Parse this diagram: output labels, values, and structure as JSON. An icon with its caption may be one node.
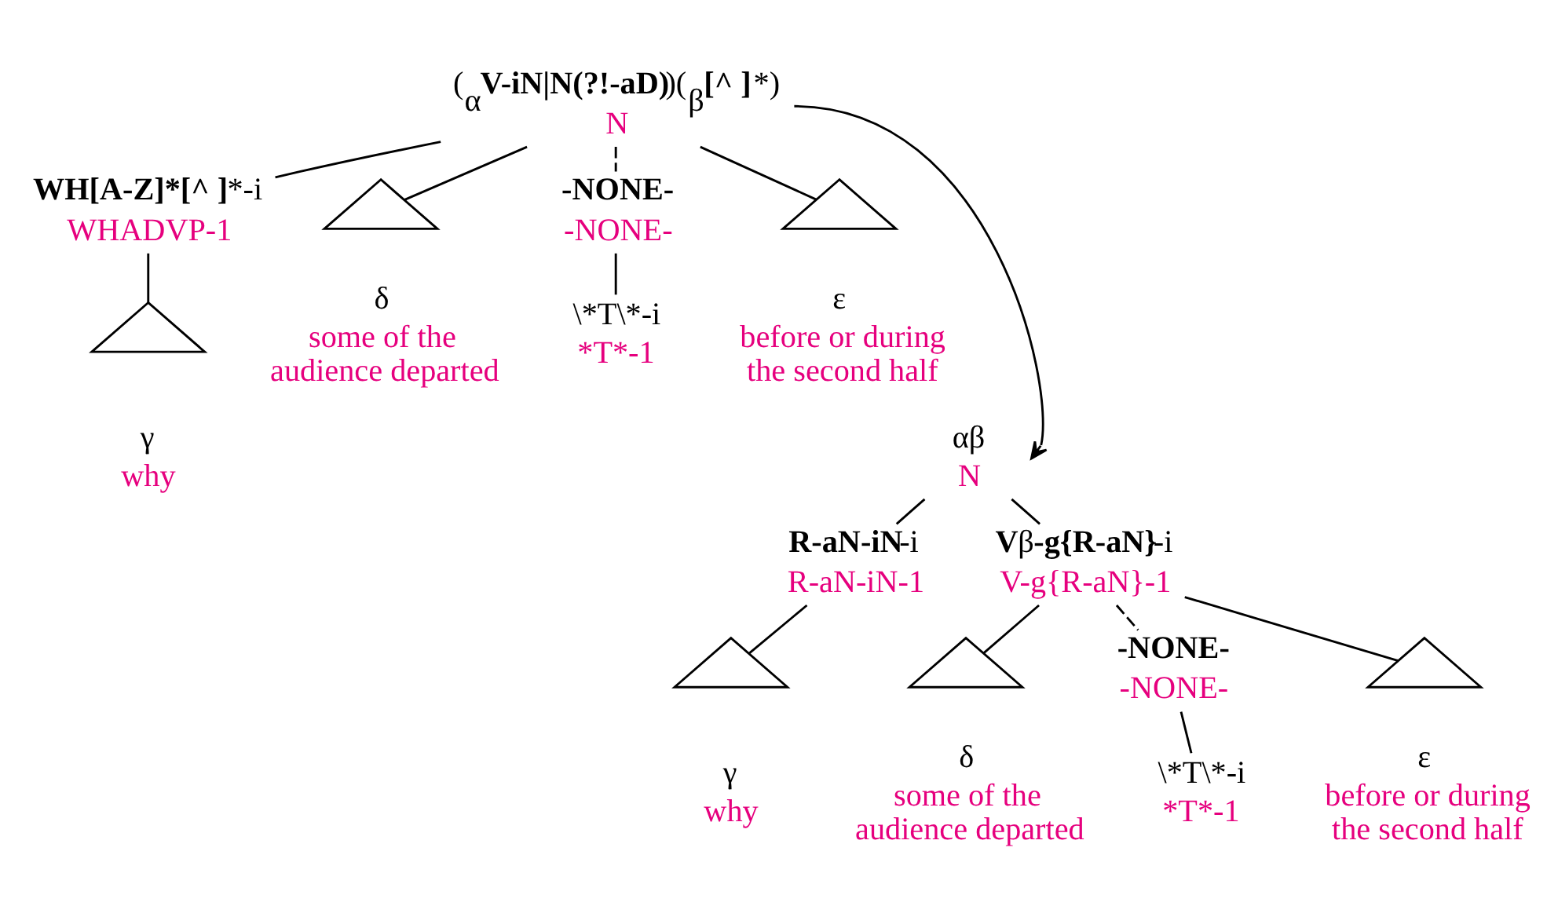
{
  "diagram": {
    "nodes": [
      {
        "text": [
          "($_{α}$**V-iN|N(?!-aD)**)($_{β}$**[^ ]***)",
          "N"
        ]
      },
      {
        "text": [
          "**WH[A-Z]*[^ ]***-i",
          "WHADVP-1"
        ]
      },
      {
        "text": [],
        "shape": "triangle"
      },
      {
        "text": [
          "δ",
          "some of the audience departed"
        ]
      },
      {
        "text": [
          "**-NONE-**",
          "-NONE-"
        ]
      },
      {
        "text": [],
        "shape": "triangle"
      },
      {
        "text": [
          "ε",
          "before or during the second half"
        ]
      },
      {
        "text": [],
        "shape": "triangle"
      },
      {
        "text": [
          "γ",
          "why"
        ]
      },
      {
        "text": [
          "\\*T\\*-i",
          "*T*-1"
        ]
      },
      {
        "text": [
          "αβ",
          "N"
        ]
      },
      {
        "text": [
          "**R-aN-iN**-i",
          "R-aN-iN-1"
        ]
      },
      {
        "text": [
          "**V**β**-g{R-aN}**-i",
          "V-g{R-aN}-1"
        ]
      },
      {
        "text": [],
        "shape": "triangle"
      },
      {
        "text": [],
        "shape": "triangle"
      },
      {
        "text": [
          "δ",
          "some of the audience departed"
        ]
      },
      {
        "text": [
          "**-NONE-**",
          "-NONE-"
        ]
      },
      {
        "text": [],
        "shape": "triangle"
      },
      {
        "text": [
          "ε",
          "before or during the second half"
        ]
      },
      {
        "text": [
          "γ",
          "why"
        ]
      },
      {
        "text": [
          "\\*T\\*-i",
          "*T*-1"
        ]
      }
    ],
    "edges": [
      {
        "from": 0,
        "to": 1,
        "arrow": "none"
      },
      {
        "from": 0,
        "to": 2,
        "arrow": "none"
      },
      {
        "from": 0,
        "to": 4,
        "arrow": "none",
        "style": "dashed"
      },
      {
        "from": 0,
        "to": 5,
        "arrow": "none"
      },
      {
        "from": 1,
        "to": 7,
        "arrow": "none"
      },
      {
        "from": 4,
        "to": 9,
        "arrow": "none"
      },
      {
        "from": 0,
        "to": 10,
        "arrow": "to"
      },
      {
        "from": 10,
        "to": 11,
        "arrow": "none"
      },
      {
        "from": 10,
        "to": 12,
        "arrow": "none"
      },
      {
        "from": 11,
        "to": 13,
        "arrow": "none"
      },
      {
        "from": 12,
        "to": 14,
        "arrow": "none"
      },
      {
        "from": 12,
        "to": 16,
        "arrow": "none",
        "style": "dashed"
      },
      {
        "from": 12,
        "to": 17,
        "arrow": "none"
      },
      {
        "from": 16,
        "to": 20,
        "arrow": "none"
      }
    ]
  }
}
